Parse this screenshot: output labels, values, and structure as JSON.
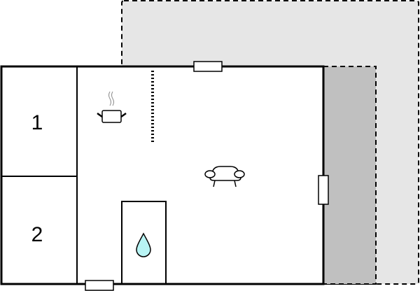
{
  "plan": {
    "type": "floor-plan",
    "colors": {
      "wall": "#000000",
      "outer_terrace": "#e6e6e6",
      "inner_terrace": "#c0c0c0",
      "water_drop": "#b8f4f4",
      "floor": "#ffffff",
      "steam": "#888888"
    },
    "rooms": [
      {
        "id": "bedroom-1",
        "label": "1"
      },
      {
        "id": "bedroom-2",
        "label": "2"
      },
      {
        "id": "living-kitchen",
        "label": ""
      },
      {
        "id": "bathroom",
        "label": ""
      }
    ],
    "icons": [
      {
        "name": "cooking-pot-icon",
        "room": "living-kitchen"
      },
      {
        "name": "stairs-icon",
        "room": "living-kitchen"
      },
      {
        "name": "armchair-icon",
        "room": "living-kitchen"
      },
      {
        "name": "water-drop-icon",
        "room": "bathroom"
      }
    ],
    "windows": [
      {
        "id": "window-top",
        "wall": "top"
      },
      {
        "id": "window-right",
        "wall": "right"
      },
      {
        "id": "window-bottom",
        "wall": "bottom"
      }
    ],
    "terraces": [
      {
        "id": "outer-terrace",
        "style": "dashed"
      },
      {
        "id": "covered-terrace",
        "style": "dashed"
      }
    ]
  }
}
